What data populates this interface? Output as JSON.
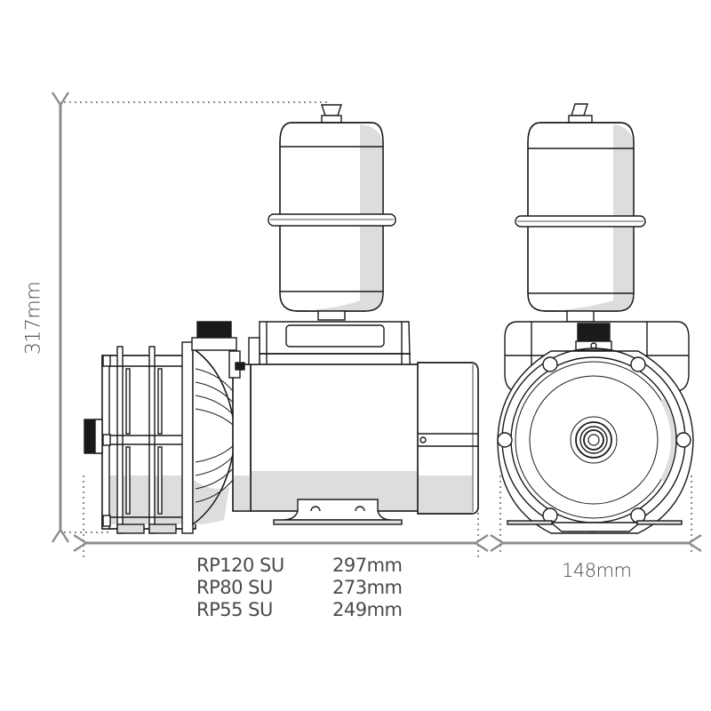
{
  "diagram": {
    "subject": "Booster pump with expansion vessel — dimensional drawing",
    "views": [
      {
        "name": "side-view",
        "parts": [
          "expansion-vessel",
          "control-box",
          "pump-head",
          "motor-body",
          "motor-end-cap",
          "mounting-foot",
          "inlet-thread",
          "outlet-thread"
        ]
      },
      {
        "name": "end-view",
        "parts": [
          "expansion-vessel",
          "control-box",
          "motor-flange",
          "flange-bolts",
          "shaft-center",
          "mounting-foot",
          "outlet-thread"
        ]
      }
    ],
    "colors": {
      "dimension_line": "#8c8c8c",
      "outline": "#1a1a1a",
      "shading": "#dcdedd",
      "text": "#4a4a4a",
      "background": "#ffffff"
    }
  },
  "dimensions": {
    "height": {
      "label": "317mm"
    },
    "width": {
      "label": "148mm"
    },
    "length_table": [
      {
        "model": "RP120 SU",
        "length": "297mm"
      },
      {
        "model": "RP80 SU",
        "length": "273mm"
      },
      {
        "model": "RP55 SU",
        "length": "249mm"
      }
    ]
  }
}
